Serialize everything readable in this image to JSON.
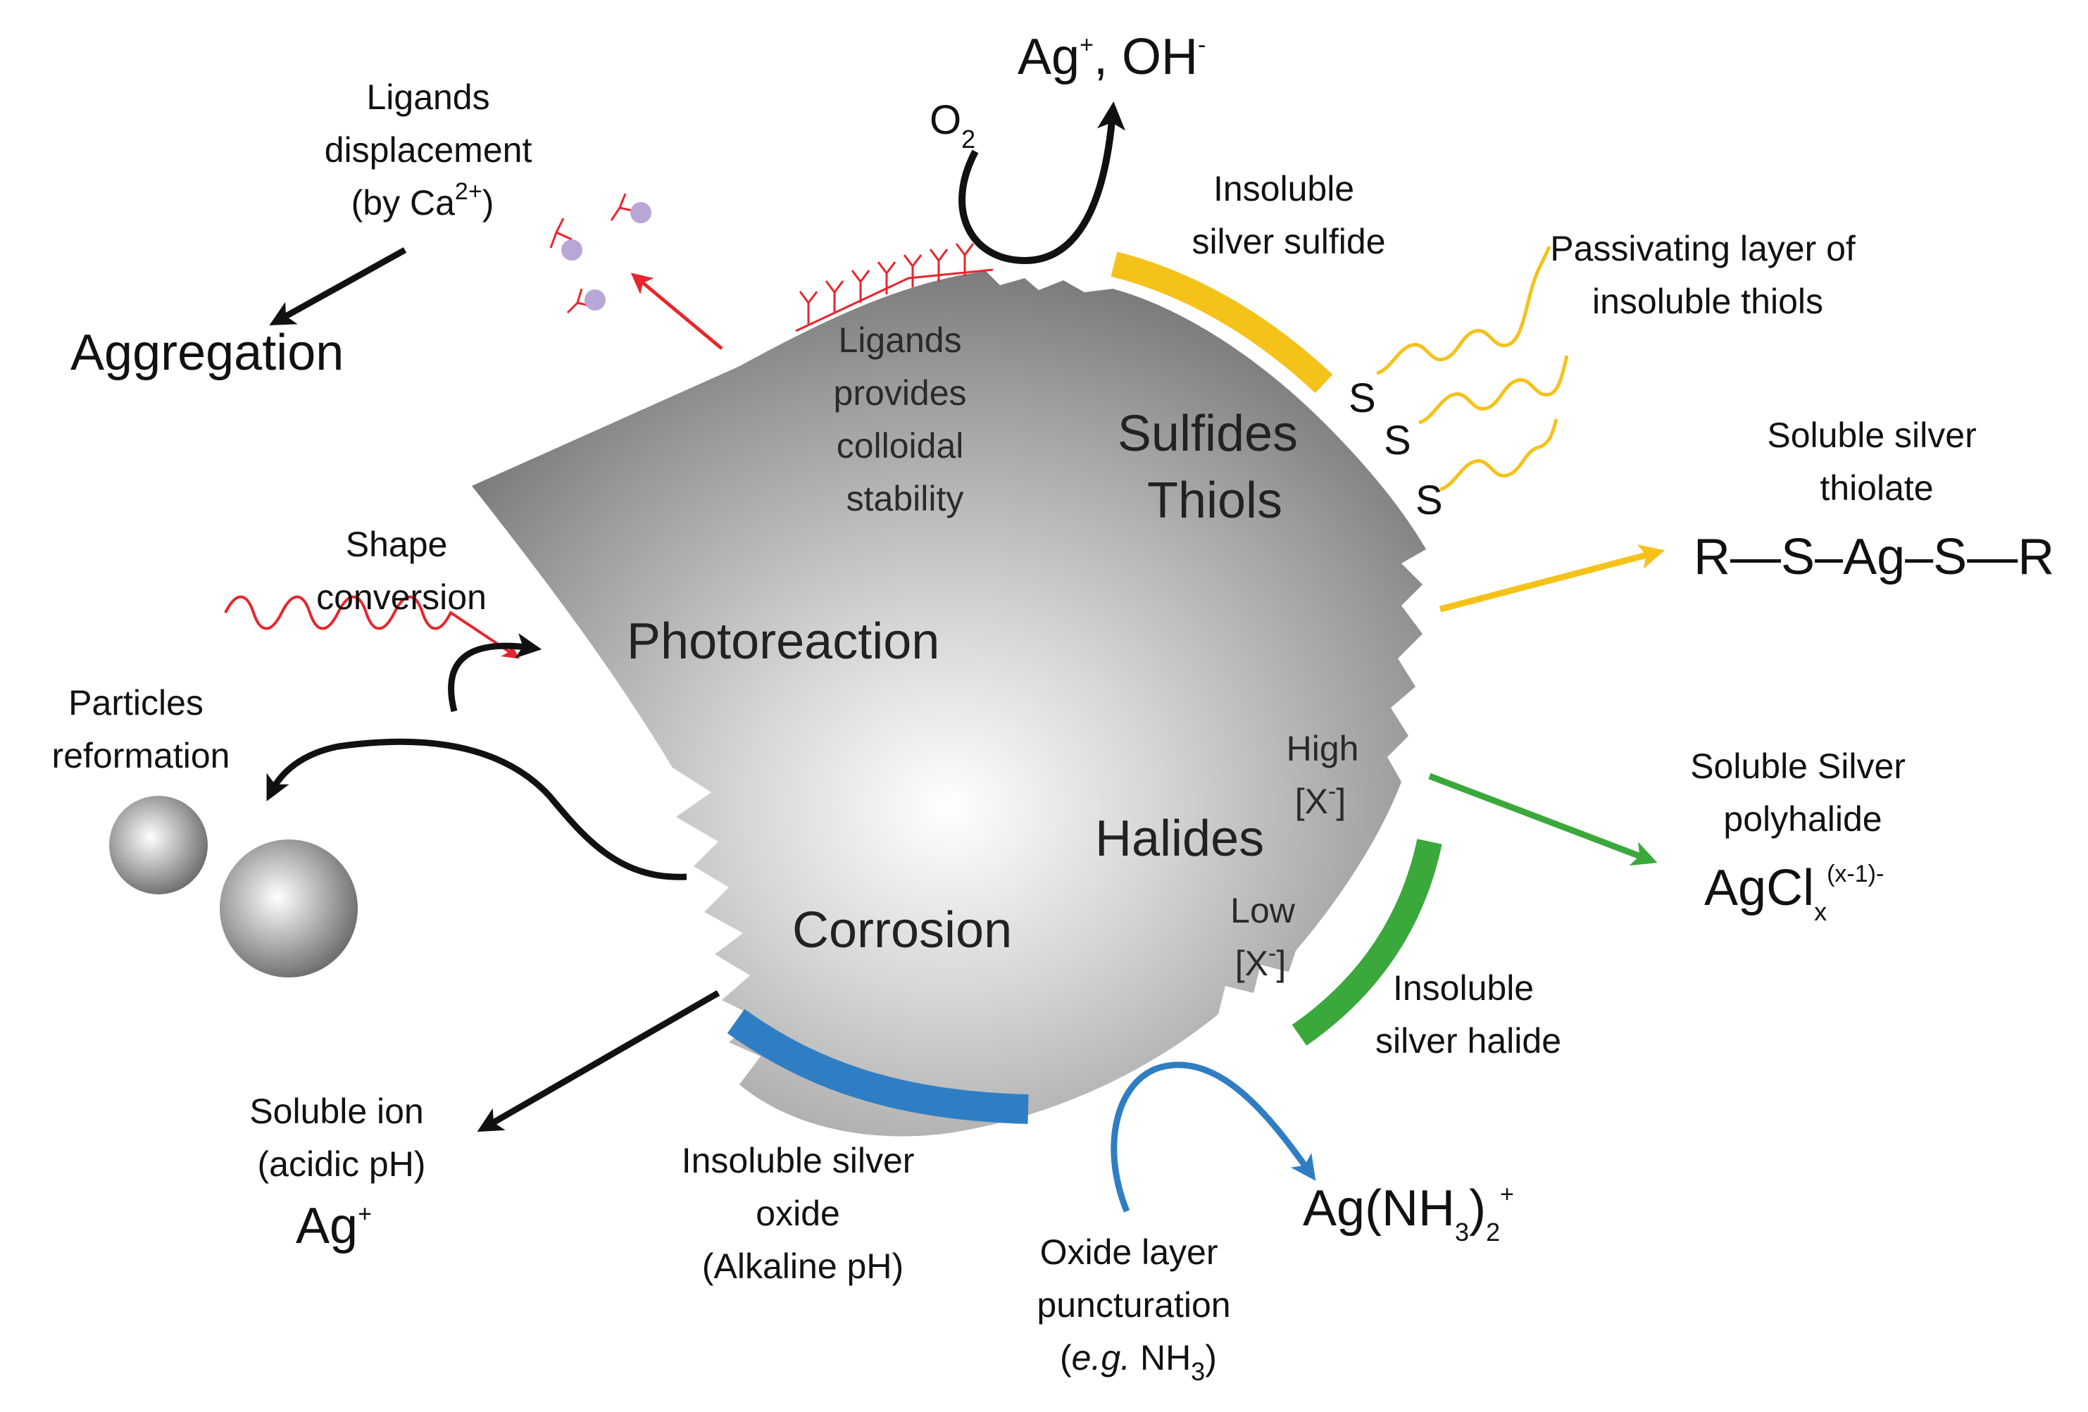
{
  "colors": {
    "black": "#111111",
    "red": "#e8252c",
    "yellow": "#f5c21a",
    "green": "#3aa83a",
    "blue": "#2f7ec4",
    "particle_gray": "#9a9a9a",
    "ligand_dot": "#b7a6d6"
  },
  "top": {
    "oxygen": "O",
    "oxygen_sub": "2",
    "products": "Ag",
    "products_plus": "+",
    "products_oh": ", OH",
    "products_minus": "-"
  },
  "ligands": {
    "displacement_line1": "Ligands",
    "displacement_line2": "displacement",
    "displacement_line3": "(by Ca",
    "displacement_sup": "2+",
    "displacement_close": ")",
    "aggregation": "Aggregation",
    "stability_line1": "Ligands",
    "stability_line2": "provides",
    "stability_line3": "colloidal",
    "stability_line4": "stability"
  },
  "sulfide": {
    "insoluble_line1": "Insoluble",
    "insoluble_line2": "silver sulfide",
    "passivating_line1": "Passivating layer of",
    "passivating_line2": "insoluble thiols",
    "s_label": "S",
    "region_line1": "Sulfides",
    "region_line2": "Thiols",
    "thiolate_line1": "Soluble silver",
    "thiolate_line2": "thiolate",
    "thiolate_formula": "R—S–Ag–S—R"
  },
  "photo": {
    "region": "Photoreaction",
    "shape_line1": "Shape",
    "shape_line2": "conversion",
    "reform_line1": "Particles",
    "reform_line2": "reformation"
  },
  "halide": {
    "region": "Halides",
    "high_line1": "High",
    "high_line2": "[X",
    "high_sup": "-",
    "high_close": "]",
    "low_line1": "Low",
    "low_line2": "[X",
    "low_sup": "-",
    "low_close": "]",
    "insoluble_line1": "Insoluble",
    "insoluble_line2": "silver halide",
    "poly_line1": "Soluble Silver",
    "poly_line2": "polyhalide",
    "poly_formula": "AgCl",
    "poly_sub": "x",
    "poly_sup": "(x-1)-"
  },
  "corrosion": {
    "region": "Corrosion",
    "ion_line1": "Soluble ion",
    "ion_line2": "(acidic pH)",
    "ion_formula": "Ag",
    "ion_sup": "+",
    "oxide_line1": "Insoluble silver",
    "oxide_line2": "oxide",
    "oxide_line3": "(Alkaline pH)",
    "punct_line1": "Oxide layer",
    "punct_line2": "puncturation",
    "punct_eg": "e.g.",
    "punct_nh": " NH",
    "punct_sub": "3",
    "punct_close": ")",
    "punct_open": "(",
    "amine_main": "Ag(NH",
    "amine_sub1": "3",
    "amine_close": ")",
    "amine_sub2": "2",
    "amine_sup": "+"
  }
}
